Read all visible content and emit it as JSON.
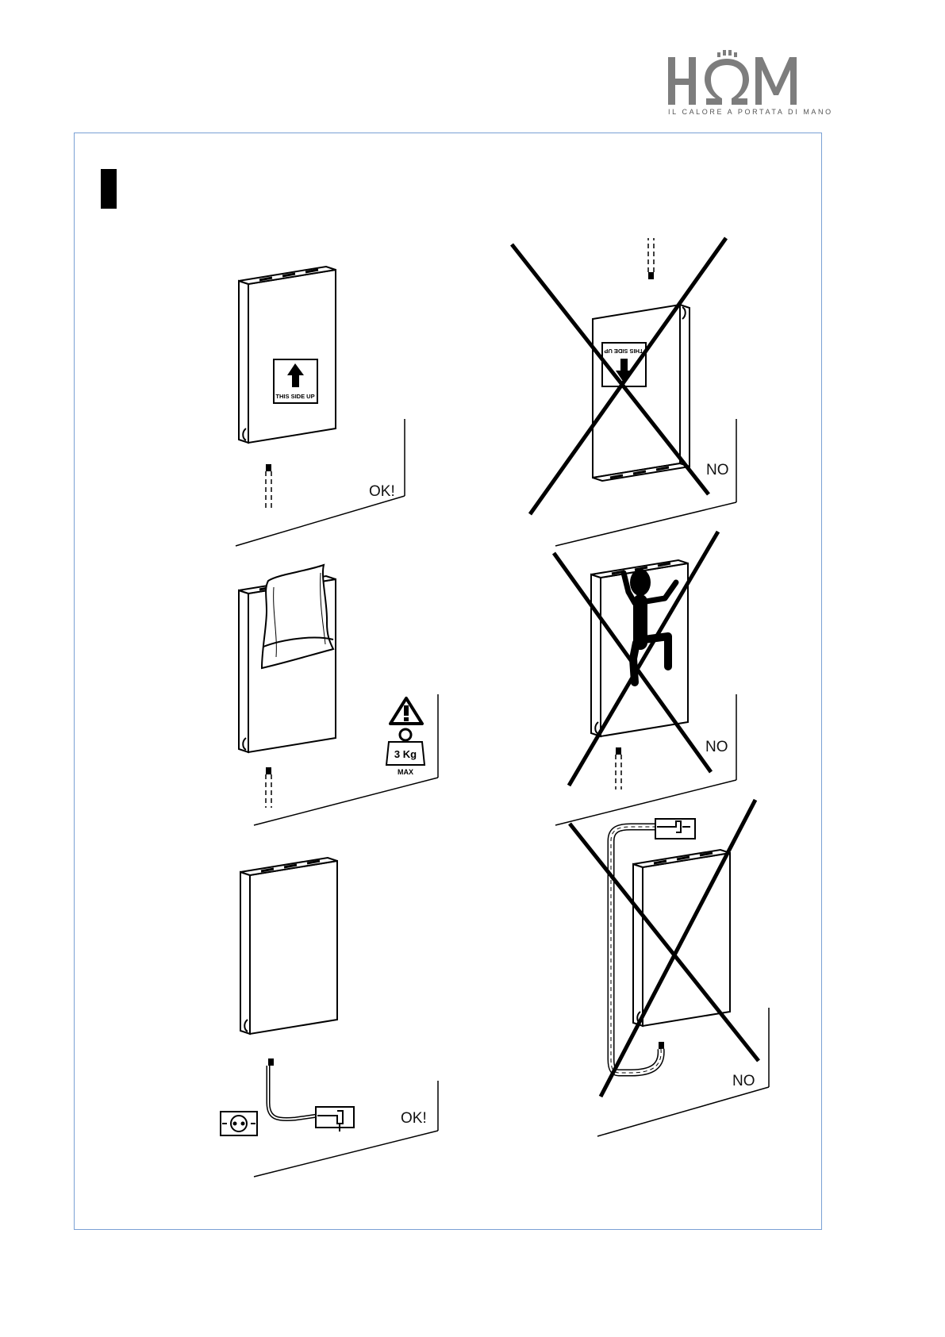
{
  "brand": {
    "logo_text": "HOM",
    "tagline": "IL CALORE A PORTATA DI MANO",
    "accent_color": "#7d7d7d"
  },
  "frame_color": "#7aa0d4",
  "panels": {
    "upright": {
      "label": "OK!",
      "sign": "THIS SIDE UP",
      "status": "ok"
    },
    "upside_down": {
      "label": "NO",
      "sign": "THIS SIDE UP",
      "status": "prohibited"
    },
    "towel": {
      "weight": "3 Kg",
      "weight_caption": "MAX",
      "status": "ok"
    },
    "climbing": {
      "label": "NO",
      "status": "prohibited"
    },
    "plug_below": {
      "label": "OK!",
      "status": "ok"
    },
    "cable_over": {
      "label": "NO",
      "status": "prohibited"
    }
  }
}
